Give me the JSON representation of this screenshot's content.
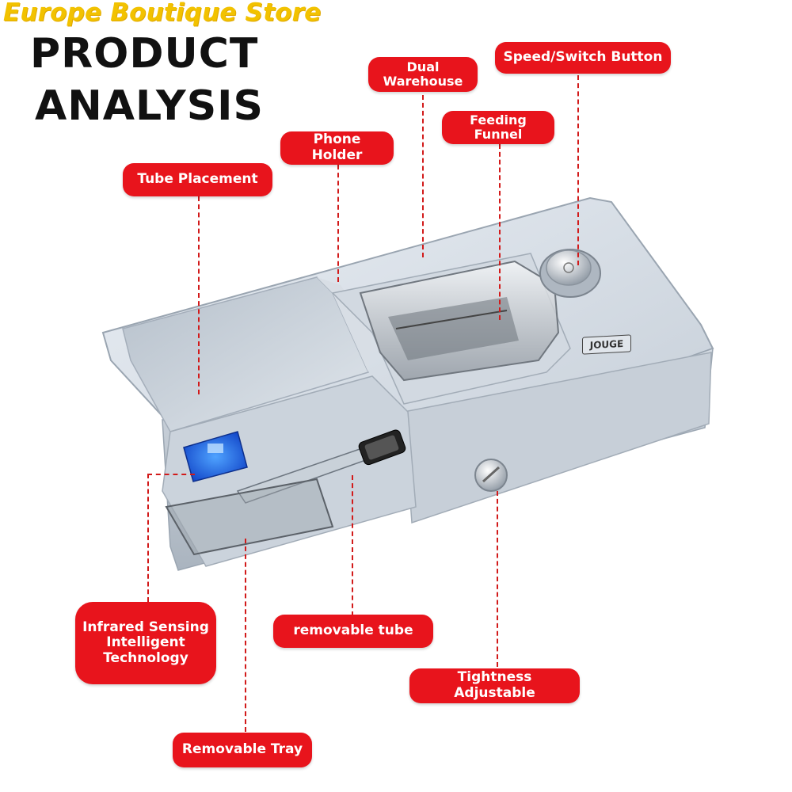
{
  "store_banner": "Europe Boutique Store",
  "title": {
    "line1": "PRODUCT",
    "line2": "ANALYSIS"
  },
  "brand_plate": "JOUGE",
  "callouts": {
    "dual_warehouse": "Dual\nWarehouse",
    "speed_switch": "Speed/Switch Button",
    "feeding_funnel": "Feeding\nFunnel",
    "phone_holder": "Phone Holder",
    "tube_placement": "Tube Placement",
    "infrared": "Infrared Sensing\nIntelligent\nTechnology",
    "removable_tube": "removable tube",
    "tightness": "Tightness Adjustable",
    "removable_tray": "Removable Tray"
  },
  "colors": {
    "callout_red": "#e8141c",
    "banner_yellow": "#f2c200",
    "leader_red": "#d21a1a"
  }
}
